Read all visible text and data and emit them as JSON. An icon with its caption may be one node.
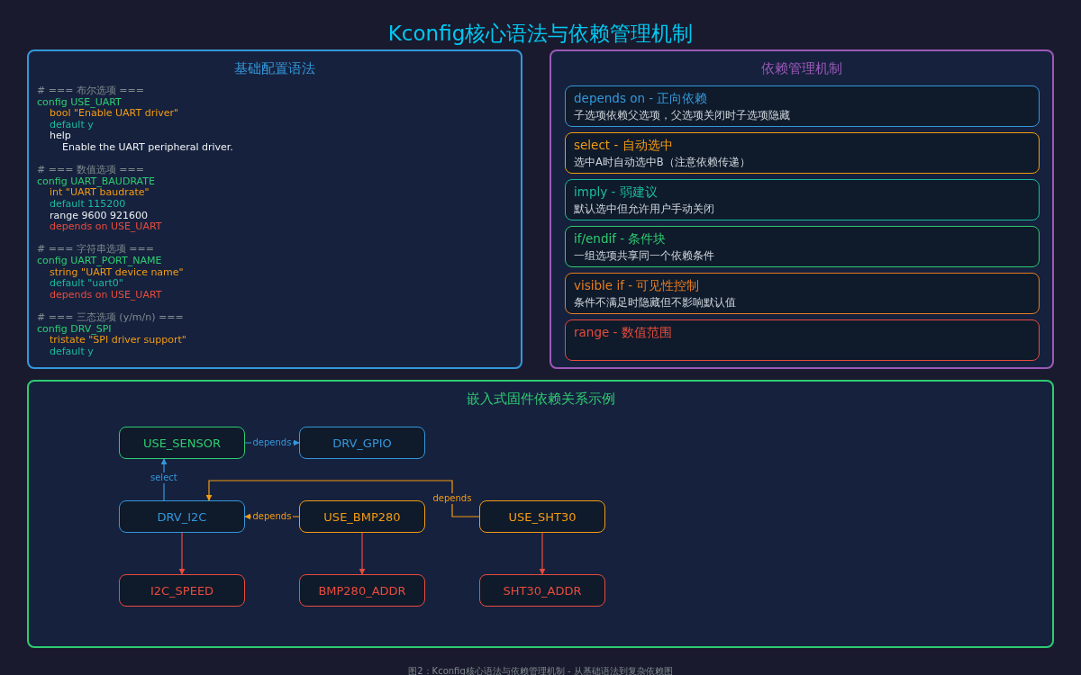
{
  "diagram": {
    "title": "Kconfig核心语法与依赖管理机制",
    "caption": "图2：Kconfig核心语法与依赖管理机制 - 从基础语法到复杂依赖图",
    "nodes": [
      {
        "text": [
          "基础配置语法",
          "# === 布尔选项 ===",
          "config USE_UART",
          "bool \"Enable UART driver\"",
          "default y",
          "help",
          "Enable the UART peripheral driver.",
          "# === 数值选项 ===",
          "config UART_BAUDRATE",
          "int \"UART baudrate\"",
          "default 115200",
          "range 9600 921600",
          "depends on USE_UART",
          "# === 字符串选项 ===",
          "config UART_PORT_NAME",
          "string \"UART device name\"",
          "default \"uart0\"",
          "depends on USE_UART",
          "# === 三态选项 (y/m/n) ===",
          "config DRV_SPI",
          "tristate \"SPI driver support\"",
          "default y"
        ]
      },
      {
        "text": [
          "依赖管理机制"
        ]
      },
      {
        "text": [
          "depends on - 正向依赖",
          "子选项依赖父选项，父选项关闭时子选项隐藏"
        ],
        "in": 1
      },
      {
        "text": [
          "select - 自动选中",
          "选中A时自动选中B（注意依赖传递）"
        ],
        "in": 1
      },
      {
        "text": [
          "imply - 弱建议",
          "默认选中但允许用户手动关闭"
        ],
        "in": 1
      },
      {
        "text": [
          "if/endif - 条件块",
          "一组选项共享同一个依赖条件"
        ],
        "in": 1
      },
      {
        "text": [
          "visible if - 可见性控制",
          "条件不满足时隐藏但不影响默认值"
        ],
        "in": 1
      },
      {
        "text": [
          "range - 数值范围"
        ],
        "in": 1
      },
      {
        "text": [
          "嵌入式固件依赖关系示例"
        ]
      },
      {
        "text": [
          "USE_SENSOR"
        ],
        "in": 8
      },
      {
        "text": [
          "DRV_GPIO"
        ],
        "in": 8
      },
      {
        "text": [
          "DRV_I2C"
        ],
        "in": 8
      },
      {
        "text": [
          "USE_BMP280"
        ],
        "in": 8
      },
      {
        "text": [
          "USE_SHT30"
        ],
        "in": 8
      },
      {
        "text": [
          "I2C_SPEED"
        ],
        "in": 8
      },
      {
        "text": [
          "BMP280_ADDR"
        ],
        "in": 8
      },
      {
        "text": [
          "SHT30_ADDR"
        ],
        "in": 8
      }
    ],
    "edges": [
      {
        "from": 11,
        "to": 9,
        "arrow": "to",
        "label": "select",
        "color": "#3498db"
      },
      {
        "from": 9,
        "to": 10,
        "arrow": "to",
        "label": "depends",
        "color": "#3498db"
      },
      {
        "from": 12,
        "to": 11,
        "arrow": "to",
        "label": "depends",
        "color": "#f39c12"
      },
      {
        "from": 13,
        "to": 11,
        "arrow": "to",
        "label": "depends",
        "color": "#f39c12"
      },
      {
        "from": 11,
        "to": 14,
        "arrow": "to",
        "color": "#e74c3c"
      },
      {
        "from": 12,
        "to": 15,
        "arrow": "to",
        "color": "#e74c3c"
      },
      {
        "from": 13,
        "to": 16,
        "arrow": "to",
        "color": "#e74c3c"
      }
    ]
  }
}
